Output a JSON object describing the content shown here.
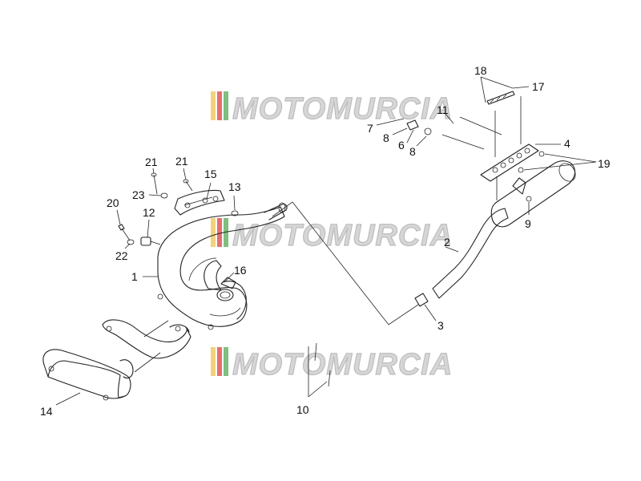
{
  "watermark": {
    "text": "MOTOMURCIA",
    "stripe_colors": [
      "#f2d27a",
      "#e46f6f",
      "#7fbf7f"
    ]
  },
  "labels": {
    "l1": "1",
    "l2": "2",
    "l3": "3",
    "l4": "4",
    "l6": "6",
    "l7": "7",
    "l8a": "8",
    "l8b": "8",
    "l9": "9",
    "l10": "10",
    "l11": "11",
    "l12": "12",
    "l13": "13",
    "l14": "14",
    "l15": "15",
    "l16": "16",
    "l17": "17",
    "l18": "18",
    "l19": "19",
    "l20": "20",
    "l21a": "21",
    "l21b": "21",
    "l22": "22",
    "l23": "23"
  }
}
